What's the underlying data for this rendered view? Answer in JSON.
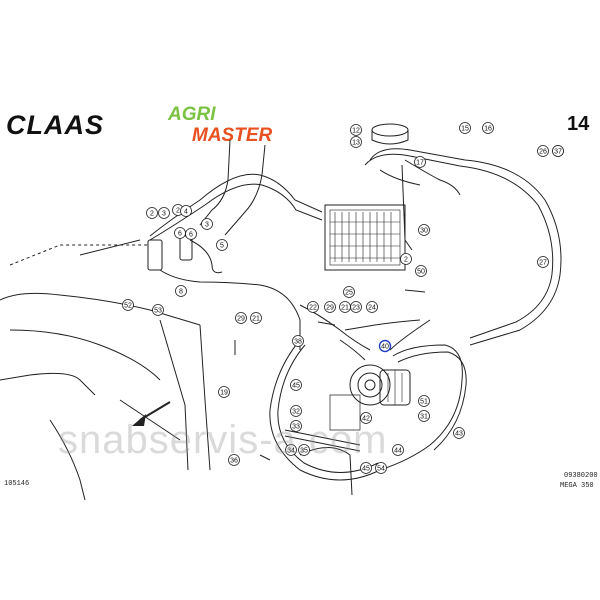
{
  "brand": {
    "claas": "CLAAS",
    "agri": "AGRI",
    "master": "MASTER"
  },
  "page_number": "14",
  "figure_id": "105146",
  "code_line1": "09380200",
  "code_line2": "MEGA 350",
  "watermark": "snabservis-a.com",
  "callouts": [
    "2",
    "3",
    "4",
    "5",
    "6",
    "8",
    "12",
    "13",
    "15",
    "16",
    "17",
    "19",
    "21",
    "22",
    "23",
    "24",
    "25",
    "26",
    "27",
    "28",
    "29",
    "30",
    "31",
    "32",
    "33",
    "34",
    "35",
    "36",
    "37",
    "38",
    "40",
    "42",
    "43",
    "44",
    "45",
    "50",
    "51",
    "52",
    "53",
    "54"
  ],
  "colors": {
    "line": "#222222",
    "agri_green": "#7cc242",
    "master_orange": "#e8501f",
    "highlight": "#1f3fbf"
  }
}
